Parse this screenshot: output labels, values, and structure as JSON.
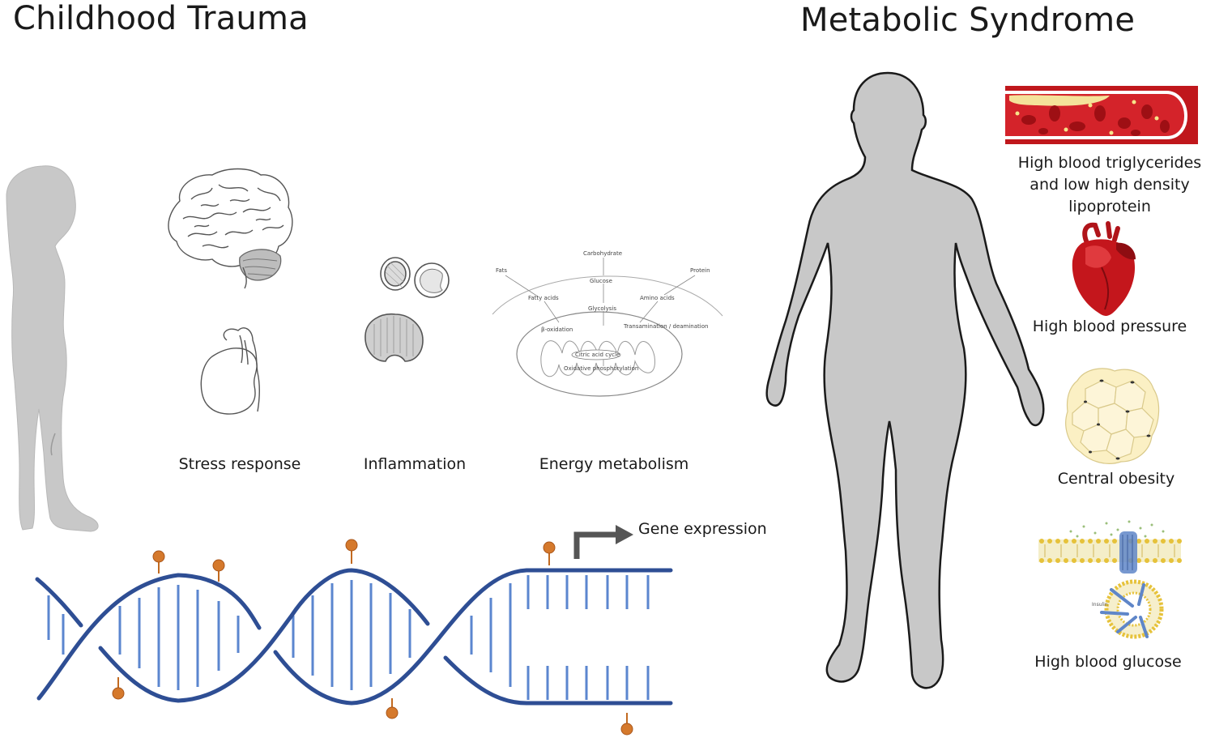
{
  "left_panel": {
    "title": "Childhood Trauma",
    "labels": {
      "stress": "Stress response",
      "inflammation": "Inflammation",
      "energy": "Energy metabolism",
      "gene": "Gene expression"
    },
    "metabolism_diagram": {
      "carbohydrate": "Carbohydrate",
      "fats": "Fats",
      "protein": "Protein",
      "glucose": "Glucose",
      "fatty_acids": "Fatty acids",
      "amino_acids": "Amino acids",
      "glycolysis": "Glycolysis",
      "beta_oxidation": "β-oxidation",
      "transamination": "Transamination / deamination",
      "citric": "Citric acid cycle",
      "oxphos": "Oxidative phosphorylation"
    }
  },
  "right_panel": {
    "title": "Metabolic Syndrome",
    "components": {
      "triglycerides": "High blood triglycerides and low high density lipoprotein",
      "pressure": "High blood pressure",
      "obesity": "Central obesity",
      "glucose": "High blood glucose"
    },
    "insulin_tag": "Insulin"
  },
  "colors": {
    "silhouette": "#c8c8c8",
    "dna": "#2e4e94",
    "rung": "#5b86cf",
    "methyl": "#d5792c",
    "arrow": "#555555",
    "blood": "#c0171c"
  }
}
